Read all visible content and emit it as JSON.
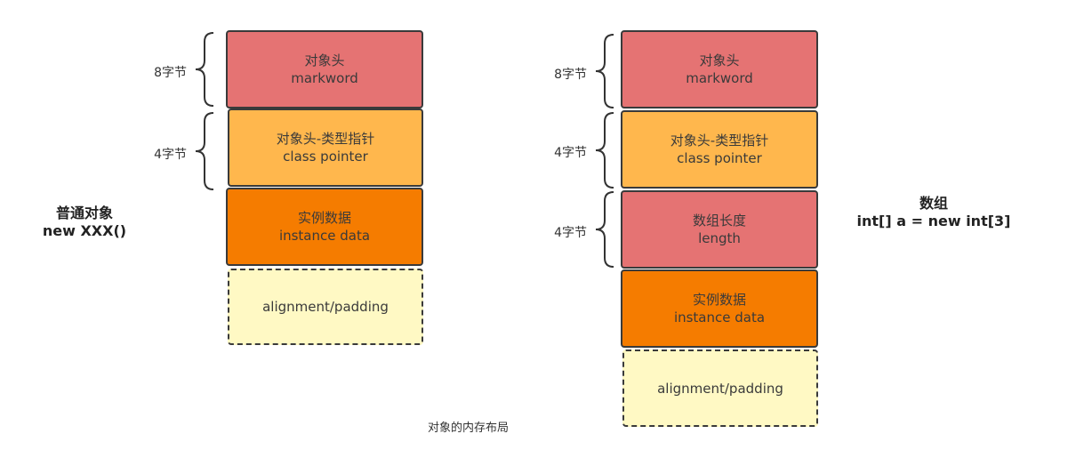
{
  "left": {
    "title_line1": "普通对象",
    "title_line2": "new XXX()",
    "braces": [
      {
        "label": "8字节"
      },
      {
        "label": "4字节"
      }
    ],
    "blocks": [
      {
        "line1": "对象头",
        "line2": "markword",
        "color": "#e57373"
      },
      {
        "line1": "对象头-类型指针",
        "line2": "class pointer",
        "color": "#ffb74d"
      },
      {
        "line1": "实例数据",
        "line2": "instance data",
        "color": "#f57c00"
      },
      {
        "line1": "alignment/padding",
        "line2": "",
        "color": "#fff9c4"
      }
    ]
  },
  "right": {
    "title_line1": "数组",
    "title_line2": "int[] a = new int[3]",
    "braces": [
      {
        "label": "8字节"
      },
      {
        "label": "4字节"
      },
      {
        "label": "4字节"
      }
    ],
    "blocks": [
      {
        "line1": "对象头",
        "line2": "markword",
        "color": "#e57373"
      },
      {
        "line1": "对象头-类型指针",
        "line2": "class pointer",
        "color": "#ffb74d"
      },
      {
        "line1": "数组长度",
        "line2": "length",
        "color": "#e57373"
      },
      {
        "line1": "实例数据",
        "line2": "instance data",
        "color": "#f57c00"
      },
      {
        "line1": "alignment/padding",
        "line2": "",
        "color": "#fff9c4"
      }
    ]
  },
  "caption": "对象的内存布局"
}
